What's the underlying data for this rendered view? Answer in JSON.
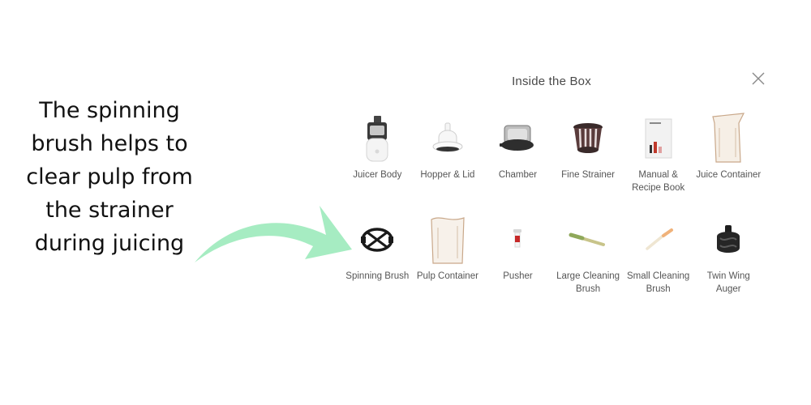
{
  "caption": {
    "lines": [
      "The spinning",
      "brush helps to",
      "clear pulp from",
      "the strainer",
      "during juicing"
    ]
  },
  "colors": {
    "arrow": "#a6ecc2",
    "text": "#111111",
    "label": "#555555"
  },
  "modal": {
    "title": "Inside the Box",
    "close_icon": "close-icon",
    "items_row1": [
      {
        "label": "Juicer Body",
        "icon": "juicer-body-icon"
      },
      {
        "label": "Hopper & Lid",
        "icon": "hopper-lid-icon"
      },
      {
        "label": "Chamber",
        "icon": "chamber-icon"
      },
      {
        "label": "Fine Strainer",
        "icon": "fine-strainer-icon"
      },
      {
        "label": "Manual & Recipe Book",
        "icon": "manual-book-icon"
      },
      {
        "label": "Juice Container",
        "icon": "juice-container-icon"
      }
    ],
    "items_row2": [
      {
        "label": "Spinning Brush",
        "icon": "spinning-brush-icon"
      },
      {
        "label": "Pulp Container",
        "icon": "pulp-container-icon"
      },
      {
        "label": "Pusher",
        "icon": "pusher-icon"
      },
      {
        "label": "Large Cleaning Brush",
        "icon": "large-brush-icon"
      },
      {
        "label": "Small Cleaning Brush",
        "icon": "small-brush-icon"
      },
      {
        "label": "Twin Wing Auger",
        "icon": "auger-icon"
      }
    ]
  }
}
